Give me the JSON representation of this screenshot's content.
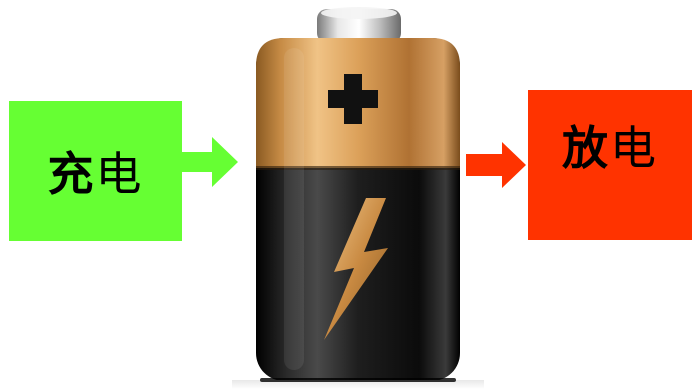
{
  "charge": {
    "char1": "充",
    "char2": "电",
    "color": "#66ff33"
  },
  "discharge": {
    "char1": "放",
    "char2": "电",
    "color": "#ff3300"
  },
  "battery": {
    "top_color": "#c88a3c",
    "bottom_color": "#141414",
    "icons": [
      "plus-icon",
      "lightning-icon"
    ]
  }
}
